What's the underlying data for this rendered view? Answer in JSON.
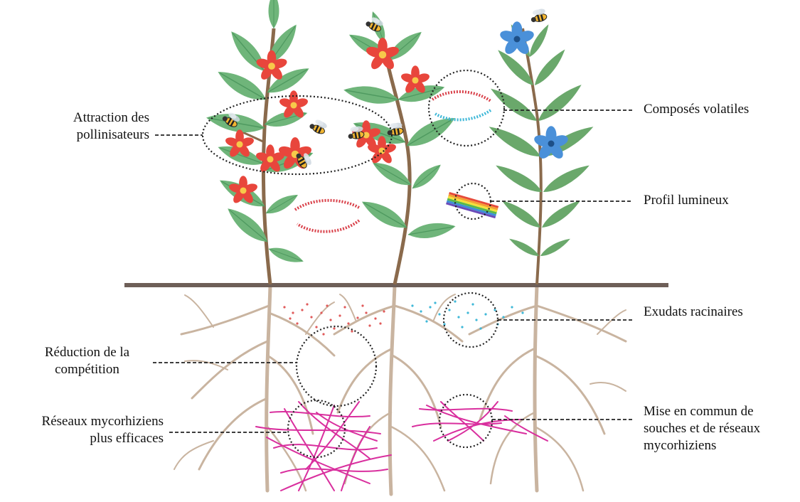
{
  "labels": {
    "attraction_line1": "Attraction des",
    "attraction_line2": "pollinisateurs",
    "volatiles": "Composés volatiles",
    "lumineux": "Profil lumineux",
    "exudats": "Exudats racinaires",
    "reduction_line1": "Réduction de la",
    "reduction_line2": "compétition",
    "reseaux_line1": "Réseaux mycorhiziens",
    "reseaux_line2": "plus efficaces",
    "mise_line1": "Mise en commun de",
    "mise_line2": "souches et de réseaux",
    "mise_line3": "mycorhiziens"
  },
  "colors": {
    "leaf_green": "#6fb57a",
    "leaf_dark": "#4f9a60",
    "narrow_leaf": "#6aa86b",
    "stem": "#8a6a4c",
    "root": "#c9b4a0",
    "soil_line": "#6e5f58",
    "red_flower": "#e8463c",
    "blue_flower": "#4a90d9",
    "mycorrhiza": "#d92f9e",
    "exudate_red": "#e05a5a",
    "exudate_blue": "#3fb8d8",
    "dotted": "#222222"
  },
  "icons": {
    "pollinator": "bee-icon",
    "flower": "flower-icon"
  }
}
